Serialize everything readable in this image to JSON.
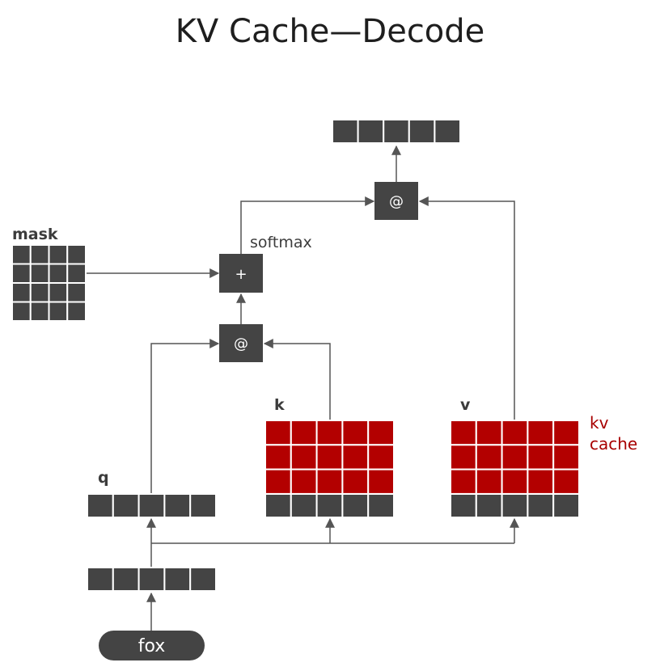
{
  "title": "KV Cache—Decode",
  "labels": {
    "mask": "mask",
    "softmax": "softmax",
    "k": "k",
    "v": "v",
    "q": "q",
    "kv_cache_line1": "kv",
    "kv_cache_line2": "cache"
  },
  "operators": {
    "matmul_top": "@",
    "add": "+",
    "matmul_scores": "@"
  },
  "token": "fox",
  "colors": {
    "cell_dark": "#444444",
    "cell_cache": "#b30000",
    "arrow": "#555555",
    "cache_label": "#a80000"
  }
}
